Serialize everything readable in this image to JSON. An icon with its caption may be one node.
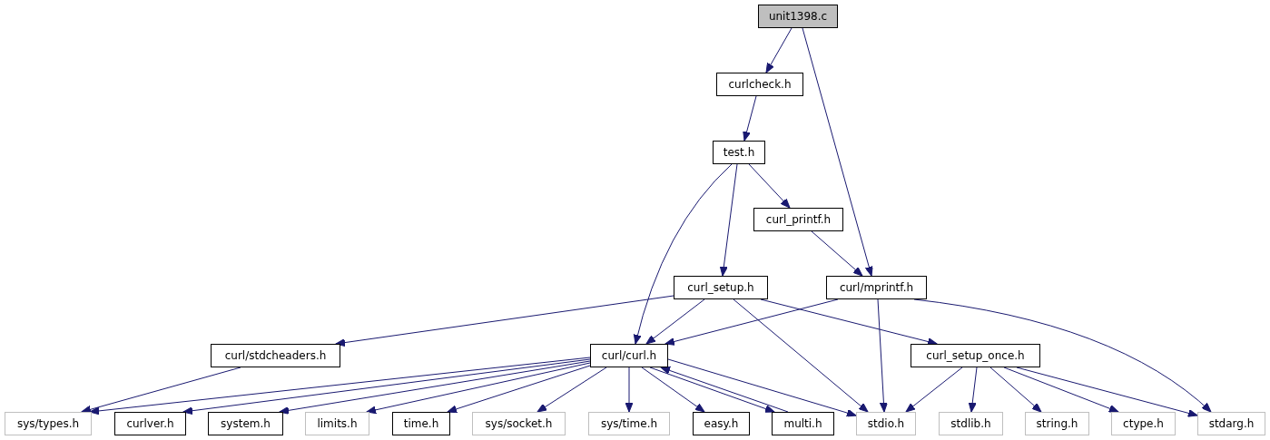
{
  "diagram": {
    "nodes": [
      {
        "text": [
          "unit1398.c"
        ]
      },
      {
        "text": [
          "curlcheck.h"
        ]
      },
      {
        "text": [
          "test.h"
        ]
      },
      {
        "text": [
          "curl_printf.h"
        ]
      },
      {
        "text": [
          "curl_setup.h"
        ]
      },
      {
        "text": [
          "curl/mprintf.h"
        ]
      },
      {
        "text": [
          "curl/stdcheaders.h"
        ]
      },
      {
        "text": [
          "curl/curl.h"
        ]
      },
      {
        "text": [
          "curl_setup_once.h"
        ]
      },
      {
        "text": [
          "sys/types.h"
        ]
      },
      {
        "text": [
          "curlver.h"
        ]
      },
      {
        "text": [
          "system.h"
        ]
      },
      {
        "text": [
          "limits.h"
        ]
      },
      {
        "text": [
          "time.h"
        ]
      },
      {
        "text": [
          "sys/socket.h"
        ]
      },
      {
        "text": [
          "sys/time.h"
        ]
      },
      {
        "text": [
          "easy.h"
        ]
      },
      {
        "text": [
          "multi.h"
        ]
      },
      {
        "text": [
          "stdio.h"
        ]
      },
      {
        "text": [
          "stdlib.h"
        ]
      },
      {
        "text": [
          "string.h"
        ]
      },
      {
        "text": [
          "ctype.h"
        ]
      },
      {
        "text": [
          "stdarg.h"
        ]
      }
    ],
    "edges": [
      {
        "from": 0,
        "to": 1,
        "arrow": "to"
      },
      {
        "from": 0,
        "to": 5,
        "arrow": "to"
      },
      {
        "from": 1,
        "to": 2,
        "arrow": "to"
      },
      {
        "from": 2,
        "to": 7,
        "arrow": "to"
      },
      {
        "from": 2,
        "to": 4,
        "arrow": "to"
      },
      {
        "from": 2,
        "to": 3,
        "arrow": "to"
      },
      {
        "from": 3,
        "to": 5,
        "arrow": "to"
      },
      {
        "from": 4,
        "to": 6,
        "arrow": "to"
      },
      {
        "from": 4,
        "to": 7,
        "arrow": "to"
      },
      {
        "from": 4,
        "to": 8,
        "arrow": "to"
      },
      {
        "from": 4,
        "to": 18,
        "arrow": "to"
      },
      {
        "from": 5,
        "to": 7,
        "arrow": "to"
      },
      {
        "from": 5,
        "to": 18,
        "arrow": "to"
      },
      {
        "from": 5,
        "to": 22,
        "arrow": "to"
      },
      {
        "from": 6,
        "to": 9,
        "arrow": "to"
      },
      {
        "from": 7,
        "to": 9,
        "arrow": "to"
      },
      {
        "from": 7,
        "to": 10,
        "arrow": "to"
      },
      {
        "from": 7,
        "to": 11,
        "arrow": "to"
      },
      {
        "from": 7,
        "to": 12,
        "arrow": "to"
      },
      {
        "from": 7,
        "to": 13,
        "arrow": "to"
      },
      {
        "from": 7,
        "to": 14,
        "arrow": "to"
      },
      {
        "from": 7,
        "to": 15,
        "arrow": "to"
      },
      {
        "from": 7,
        "to": 16,
        "arrow": "to"
      },
      {
        "from": 7,
        "to": 17,
        "arrow": "to"
      },
      {
        "from": 17,
        "to": 7,
        "arrow": "to"
      },
      {
        "from": 7,
        "to": 18,
        "arrow": "to"
      },
      {
        "from": 8,
        "to": 18,
        "arrow": "to"
      },
      {
        "from": 8,
        "to": 19,
        "arrow": "to"
      },
      {
        "from": 8,
        "to": 20,
        "arrow": "to"
      },
      {
        "from": 8,
        "to": 21,
        "arrow": "to"
      },
      {
        "from": 8,
        "to": 22,
        "arrow": "to"
      }
    ]
  }
}
